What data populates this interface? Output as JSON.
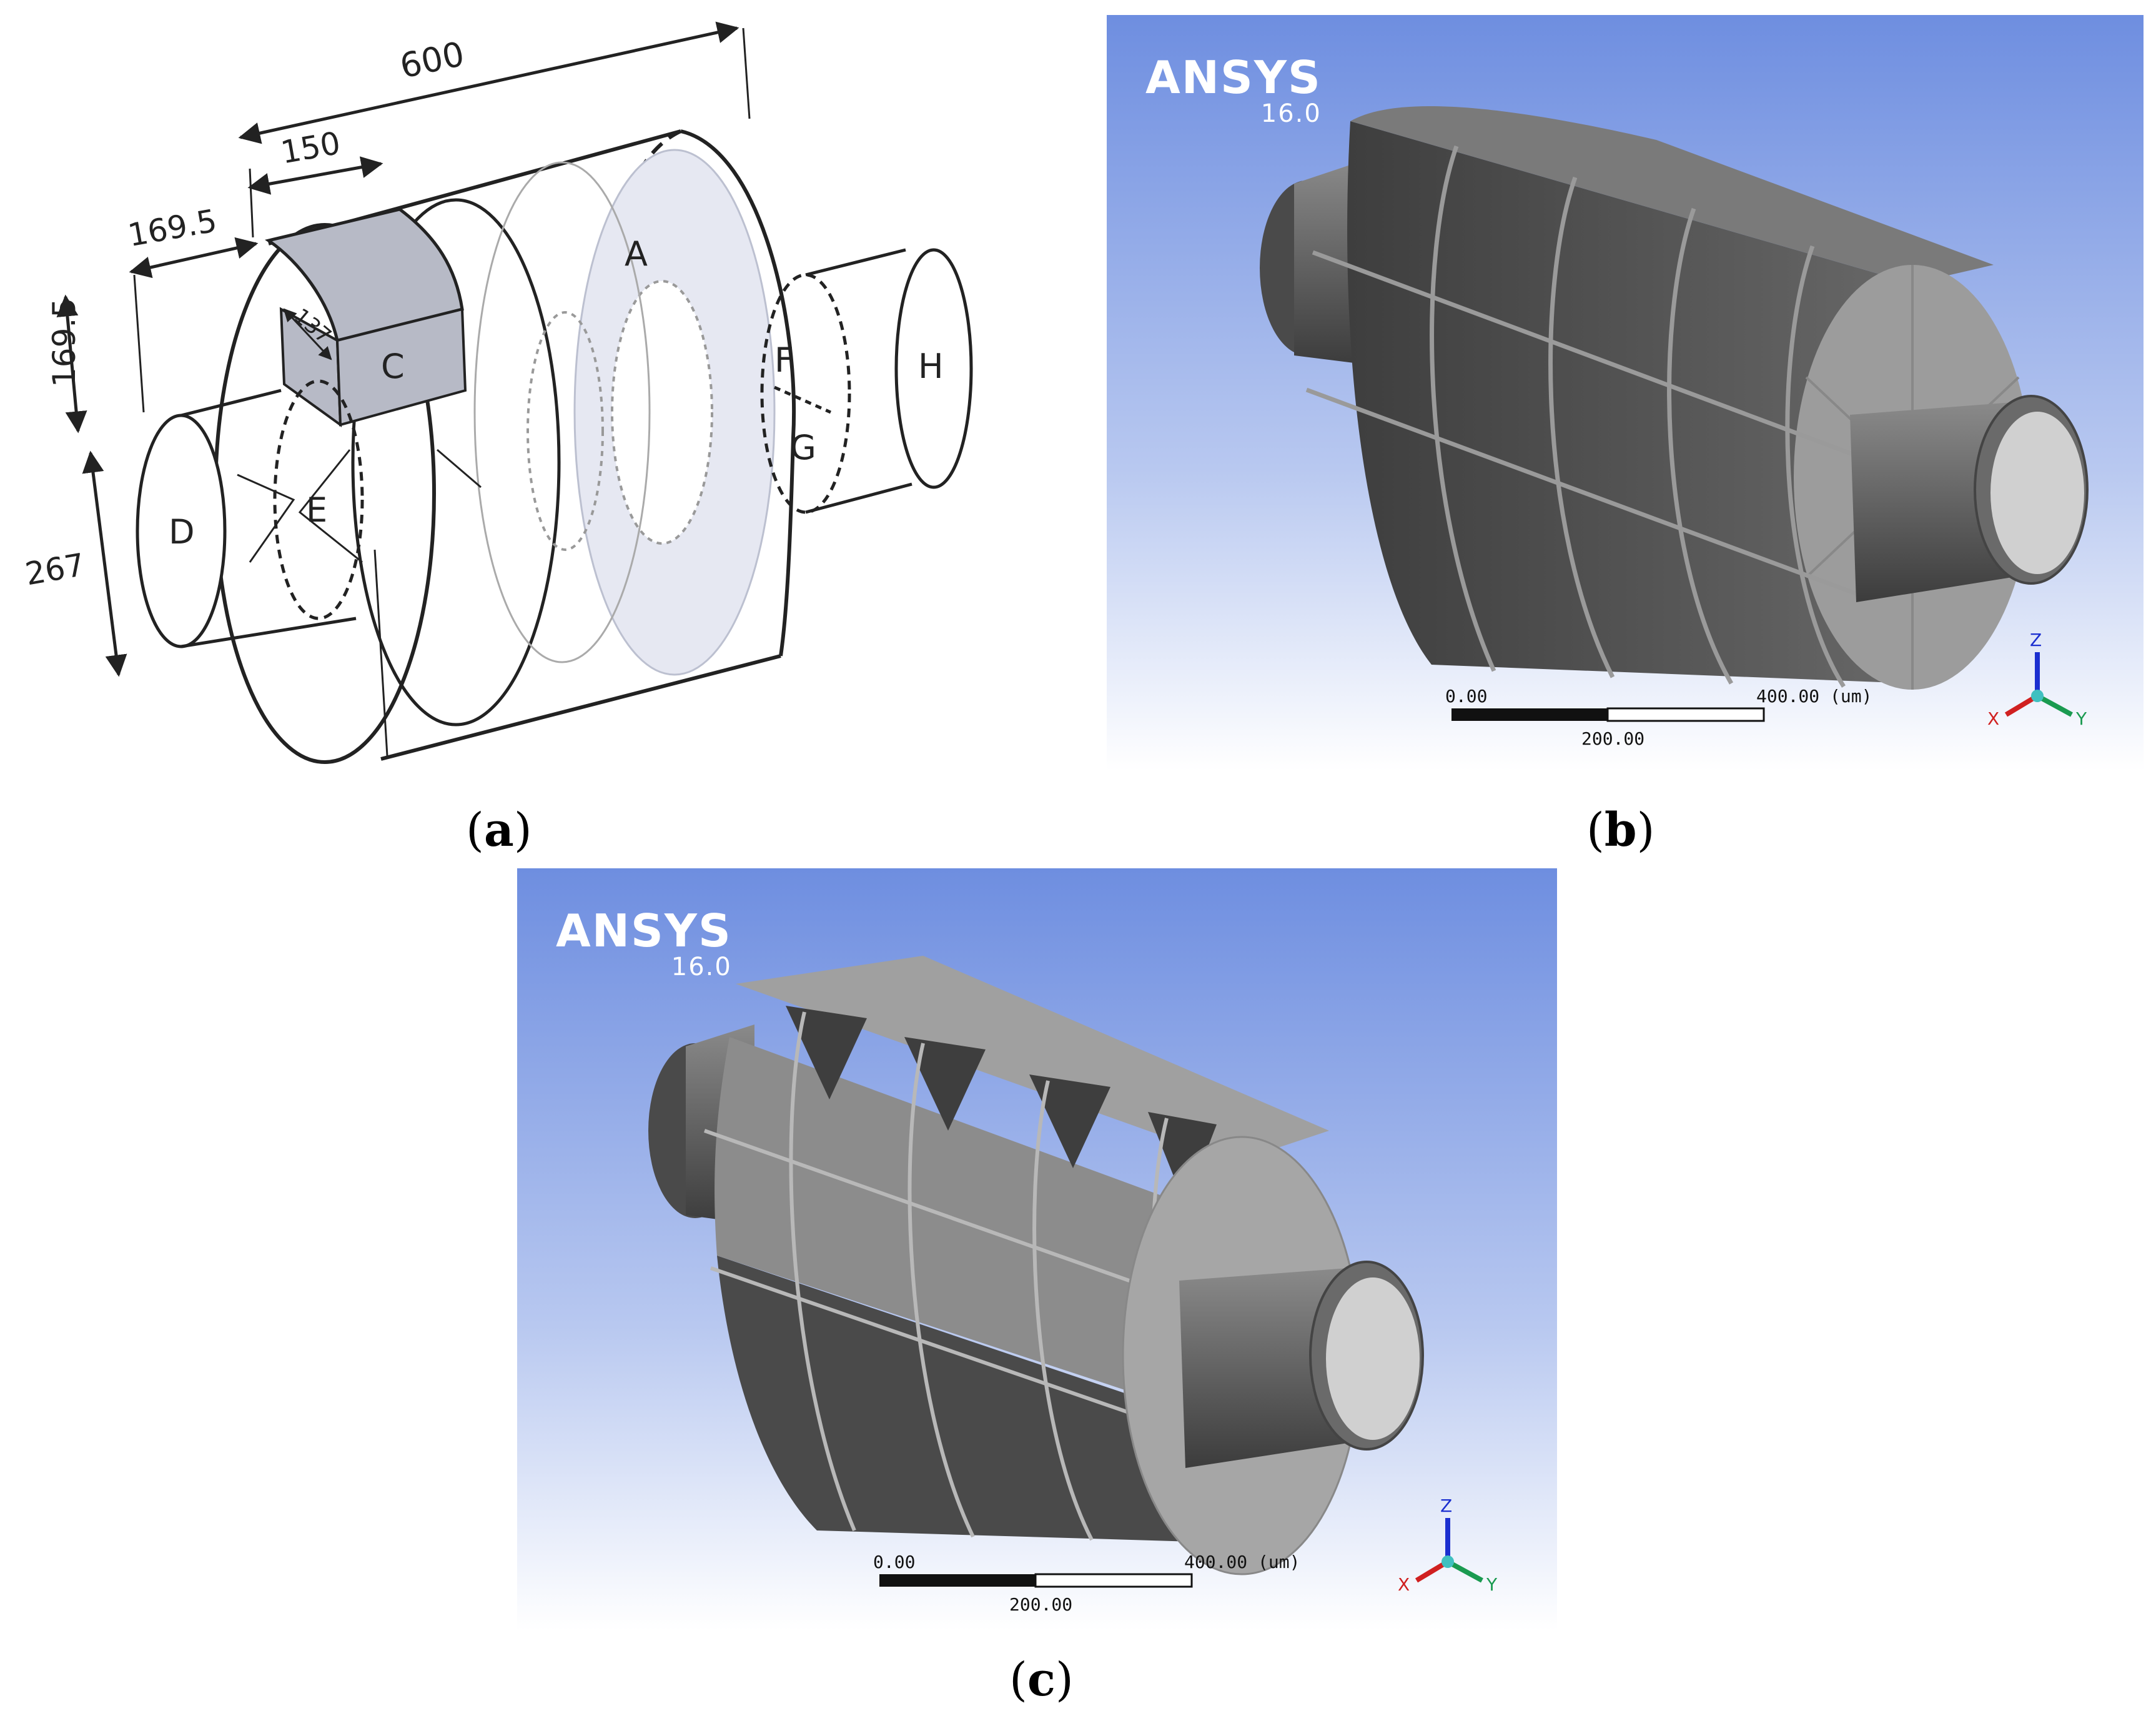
{
  "panel_a": {
    "dimensions": {
      "length_total": "600",
      "length_segment": "150",
      "width_left": "169.5",
      "height_upper": "169.5",
      "height_lower": "267",
      "diagonal": "137"
    },
    "labels": {
      "A": "A",
      "C": "C",
      "D": "D",
      "E": "E",
      "F": "F",
      "G": "G",
      "H": "H"
    },
    "colors": {
      "shaded_block": "#b7bac6",
      "disk_a": "#e6e8f2",
      "line": "#222222"
    }
  },
  "panel_b": {
    "brand": "ANSYS",
    "version": "16.0",
    "scale": {
      "left": "0.00",
      "mid": "200.00",
      "right": "400.00 (um)"
    },
    "axes": {
      "z": "Z",
      "y": "Y",
      "x": "X"
    }
  },
  "panel_c": {
    "brand": "ANSYS",
    "version": "16.0",
    "scale": {
      "left": "0.00",
      "mid": "200.00",
      "right": "400.00 (um)"
    },
    "axes": {
      "z": "Z",
      "y": "Y",
      "x": "X"
    }
  },
  "captions": {
    "a": "a",
    "b": "b",
    "c": "c"
  },
  "colors": {
    "viewport_top": "#6e8ee0",
    "viewport_bottom": "#ffffff",
    "metal_dark": "#4a4a4a",
    "metal_light": "#a8a8a8"
  }
}
